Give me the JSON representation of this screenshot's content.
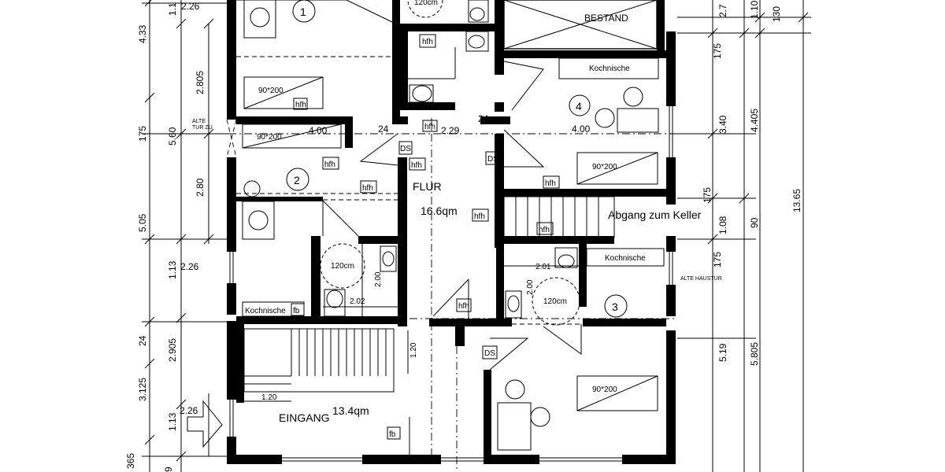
{
  "rooms": {
    "r1": "1",
    "r2": "2",
    "r3": "3",
    "r4": "4",
    "flur_name": "FLUR",
    "flur_area": "16.6qm",
    "eingang_name": "EINGANG",
    "eingang_area": "13.4qm",
    "bestand": "BESTAND",
    "kochnische_a": "Kochnische",
    "kochnische_b": "Kochnische",
    "kochnische_c": "Kochnische",
    "abgang": "Abgang zum Keller",
    "alte_tur_1": "ALTE",
    "alte_tur_2": "TUR ZU",
    "alte_haustur": "ALTE HAUSTUR"
  },
  "markers": {
    "hfh": "hfh",
    "fb": "fb",
    "ds": "DS",
    "bed": "90*200",
    "turn": "120cm"
  },
  "dims": {
    "d400a": "4.00",
    "d400b": "4.00",
    "d229": "2.29",
    "d24a": "24",
    "d24b": "24",
    "d201": "2.01",
    "d202": "2.02",
    "d200a": "2.00",
    "d200b": "2.00",
    "d120a": "1.20",
    "d120b": "1.20",
    "l433": "4.33",
    "l11": "1.1",
    "l226a": "2.26",
    "l2805": "2.805",
    "l175": "175",
    "l560": "5.60",
    "l280": "2.80",
    "l505": "5.05",
    "l113a": "1.13",
    "l226b": "2.26",
    "l24": "24",
    "l2905": "2.905",
    "l3125": "3.125",
    "l113b": "1.13",
    "l226c": "2.26",
    "l365": "365",
    "l9": "9",
    "r27": "2.7",
    "r110": "1.10",
    "r130": "130",
    "r175a": "175",
    "r340": "3.40",
    "r4405": "4.405",
    "r1365": "13.65",
    "r175b": "175",
    "r108": "1.08",
    "r90": "90",
    "r175c": "175",
    "r519": "5.19",
    "r5805": "5.805"
  }
}
